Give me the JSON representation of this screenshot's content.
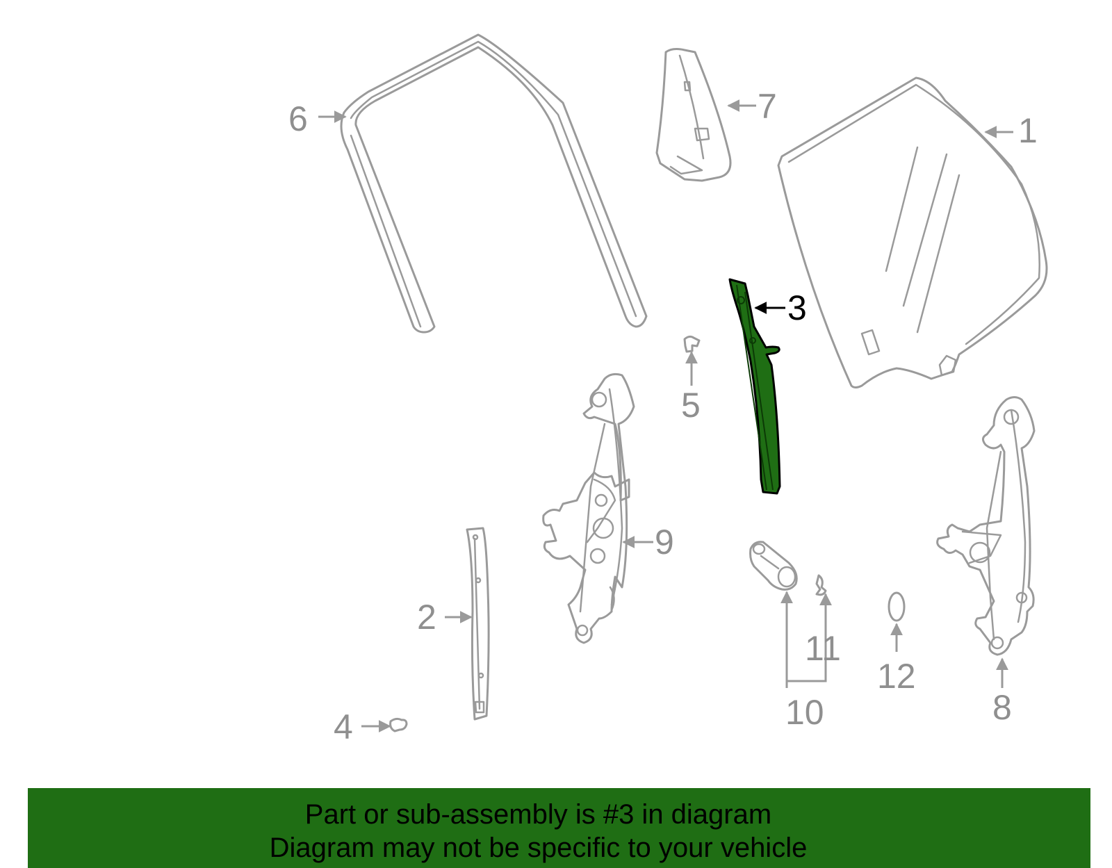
{
  "callouts": {
    "c1": "1",
    "c2": "2",
    "c3": "3",
    "c4": "4",
    "c5": "5",
    "c6": "6",
    "c7": "7",
    "c8": "8",
    "c9": "9",
    "c10": "10",
    "c11": "11",
    "c12": "12"
  },
  "highlighted_part": "3",
  "banner": {
    "line1": "Part or sub-assembly is #3 in diagram",
    "line2": "Diagram may not be specific to your vehicle"
  },
  "colors": {
    "highlight": "#1f6e14",
    "part_outline": "#9a9a9a",
    "label": "#8f8f8f"
  }
}
